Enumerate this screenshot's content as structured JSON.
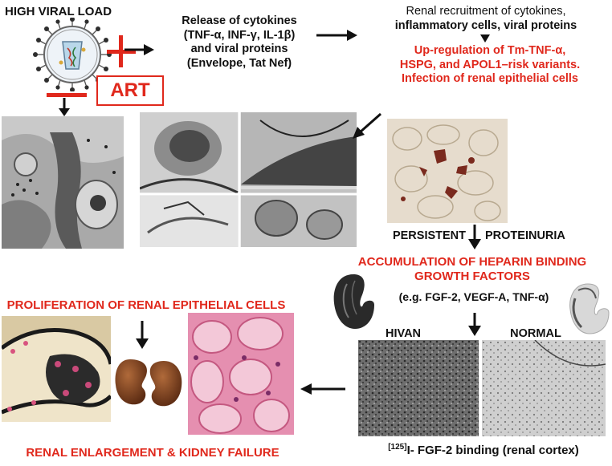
{
  "header": {
    "viral_load": "HIGH VIRAL LOAD",
    "release_line1": "Release of  cytokines",
    "release_line2": "(TNF-α, INF-γ, IL-1β)",
    "release_line3": "and viral proteins",
    "release_line4": "(Envelope, Tat  Nef)",
    "art": "ART"
  },
  "renal_recruitment": {
    "line1": "Renal recruitment  of cytokines,",
    "line2": "inflammatory cells, viral proteins"
  },
  "upregulation": {
    "line1": "Up-regulation of Tm-TNF-α,",
    "line2": "HSPG, and APOL1–risk variants.",
    "line3": "Infection of renal epithelial cells"
  },
  "proteinuria": {
    "left": "PERSISTENT",
    "right": "PROTEINURIA"
  },
  "accumulation": {
    "line1": "ACCUMULATION OF HEPARIN BINDING",
    "line2": "GROWTH FACTORS",
    "line3": "(e.g. FGF-2, VEGF-A, TNF-α)"
  },
  "autoradiograph": {
    "hivan": "HIVAN",
    "normal": "NORMAL",
    "caption_sup": "[125]",
    "caption_main": "I- FGF-2 binding (renal cortex)"
  },
  "proliferation": "PROLIFERATION OF RENAL EPITHELIAL CELLS",
  "failure": "RENAL ENLARGEMENT & KIDNEY FAILURE",
  "colors": {
    "accent_red": "#e0281c",
    "text_black": "#111111"
  }
}
